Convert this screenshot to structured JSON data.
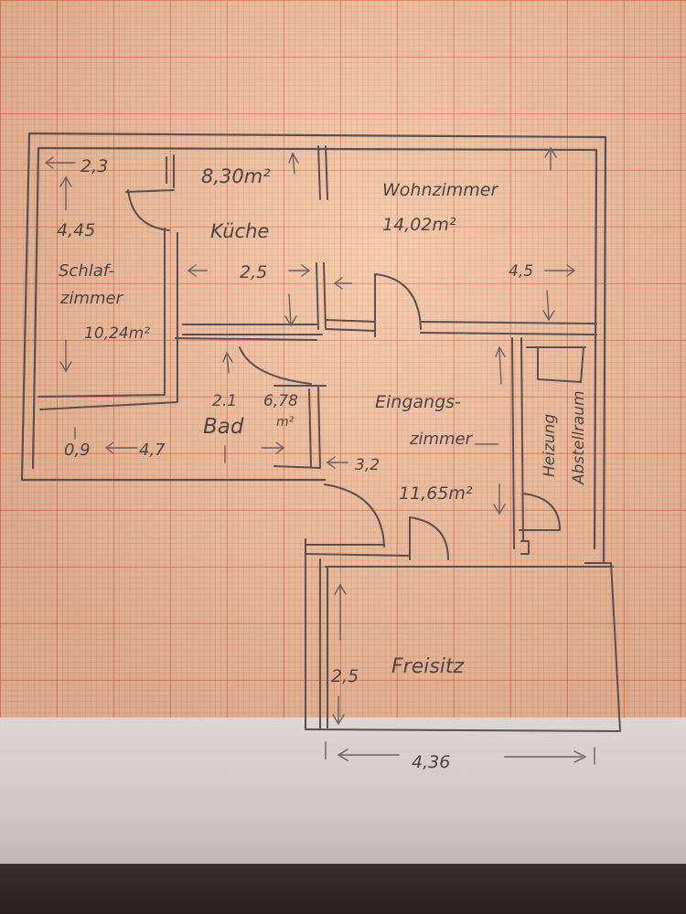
{
  "rooms": {
    "schlafzimmer": {
      "dim_top": "2,3",
      "dim_side": "4,45",
      "name_line1": "Schlaf-",
      "name_line2": "zimmer",
      "area": "10,24m²"
    },
    "kueche": {
      "area": "8,30m²",
      "name": "Küche",
      "width": "2,5"
    },
    "wohnzimmer": {
      "name": "Wohnzimmer",
      "area": "14,02m²",
      "width": "4,5"
    },
    "bad": {
      "dims": "2.1",
      "area": "6,78",
      "unit": "m²",
      "name": "Bad"
    },
    "eingangszimmer": {
      "name_line1": "Eingangs-",
      "name_line2": "zimmer",
      "area": "11,65m²",
      "dim": "3,2"
    },
    "heizung": {
      "name_line1": "Heizung",
      "name_line2": "Abstellraum"
    },
    "gang": {
      "dim_left": "0,9",
      "dim_right": "4,7"
    },
    "freisitz": {
      "name": "Freisitz",
      "dim": "2,5"
    }
  },
  "overall": {
    "width": "4,36"
  },
  "colors": {
    "ink": "#5a4f52",
    "grid_major": "#d65830",
    "paper": "#f1c3a2"
  }
}
